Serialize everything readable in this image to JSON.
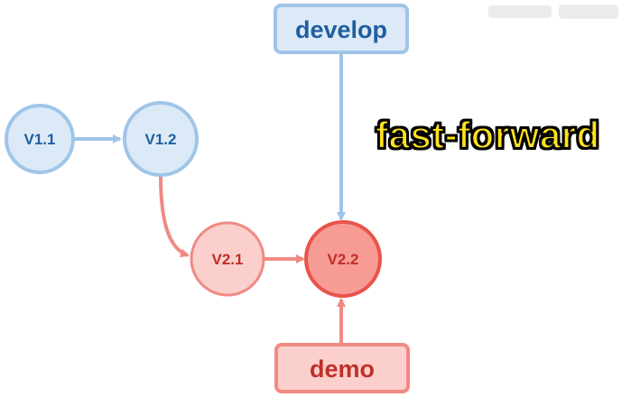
{
  "nodes": {
    "v11": {
      "label": "V1.1"
    },
    "v12": {
      "label": "V1.2"
    },
    "v21": {
      "label": "V2.1"
    },
    "v22": {
      "label": "V2.2"
    }
  },
  "branches": {
    "develop": {
      "label": "develop"
    },
    "demo": {
      "label": "demo"
    }
  },
  "caption": "fast-forward",
  "colors": {
    "blue_stroke": "#9fc5e8",
    "blue_fill": "#dceaf8",
    "blue_text": "#1f5f9f",
    "red_stroke": "#f08a84",
    "red_fill": "#fbd0cc",
    "red_text": "#c0302b",
    "head_fill": "#f79c94",
    "head_stroke": "#e8544c",
    "caption_color": "#ffe21a"
  }
}
